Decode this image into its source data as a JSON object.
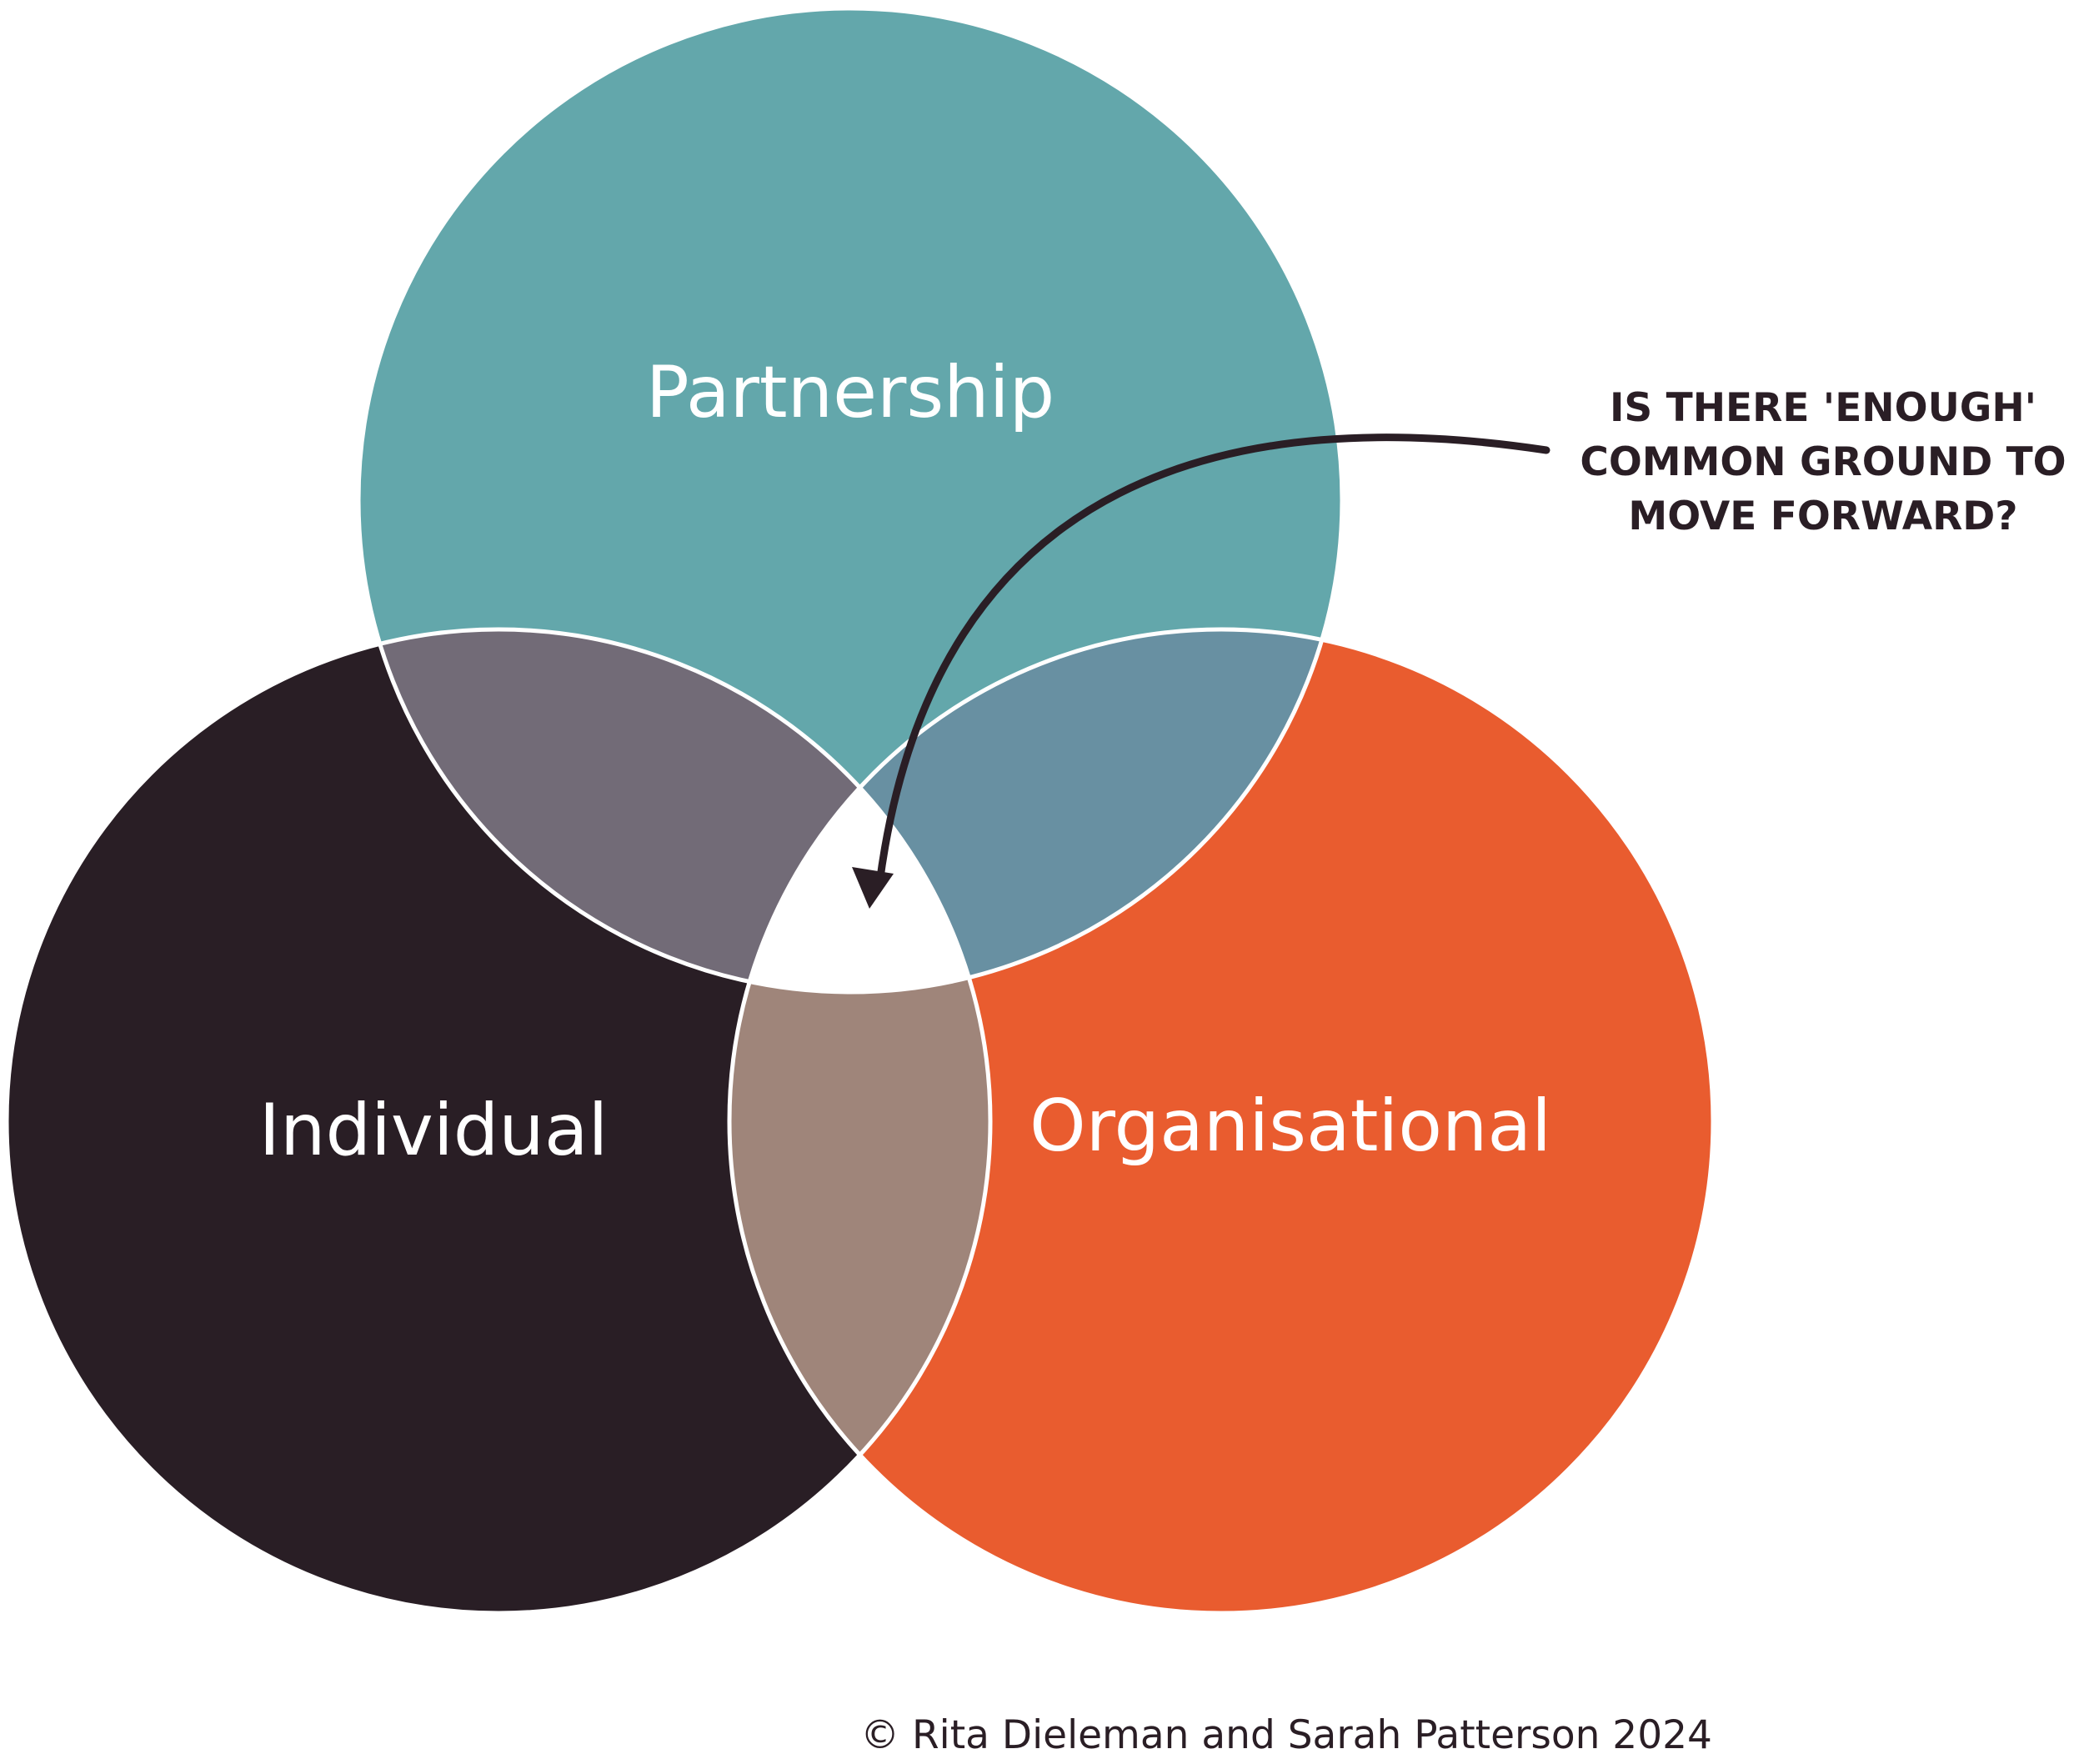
{
  "diagram": {
    "circles": [
      {
        "id": "partnership",
        "label": "Partnership",
        "color": "#63a7ab"
      },
      {
        "id": "individual",
        "label": "Individual",
        "color": "#291e25"
      },
      {
        "id": "organisational",
        "label": "Organisational",
        "color": "#e95c2f"
      }
    ],
    "overlaps": {
      "partnership_individual": "#726b77",
      "partnership_organisational": "#6890a2",
      "individual_organisational": "#9f857a",
      "center": "#ffffff"
    },
    "callout": {
      "lines": [
        "IS THERE 'ENOUGH'",
        "COMMON GROUND TO",
        "MOVE FORWARD?"
      ],
      "arrow_color": "#2a1e25"
    },
    "copyright": "© Rita Dieleman and Sarah Patterson 2024"
  }
}
